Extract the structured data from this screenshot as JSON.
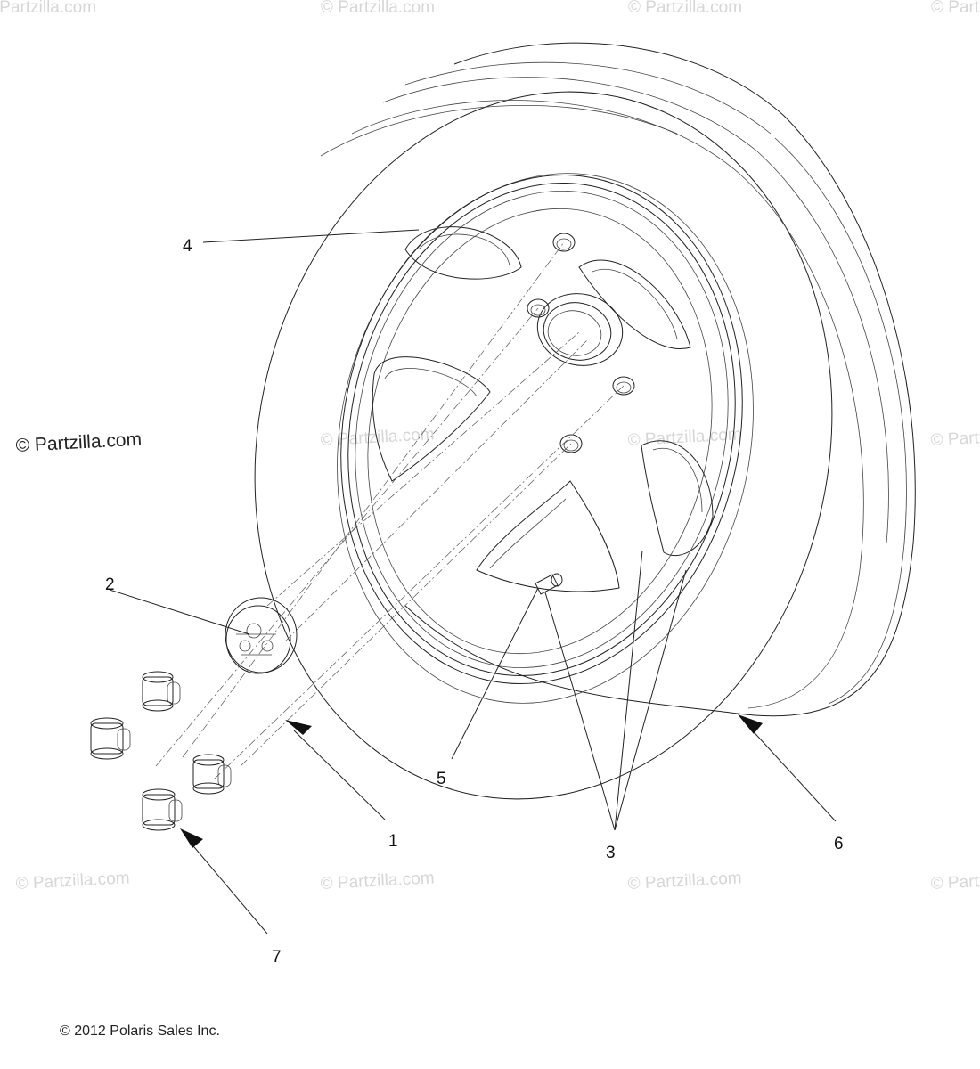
{
  "watermark_text": "© Partzilla.com",
  "main_watermark": "© Partzilla.com",
  "copyright": "© 2012 Polaris Sales Inc.",
  "callouts": [
    {
      "id": "1",
      "label": "1"
    },
    {
      "id": "2",
      "label": "2"
    },
    {
      "id": "3",
      "label": "3"
    },
    {
      "id": "4",
      "label": "4"
    },
    {
      "id": "5",
      "label": "5"
    },
    {
      "id": "6",
      "label": "6"
    },
    {
      "id": "7",
      "label": "7"
    }
  ]
}
